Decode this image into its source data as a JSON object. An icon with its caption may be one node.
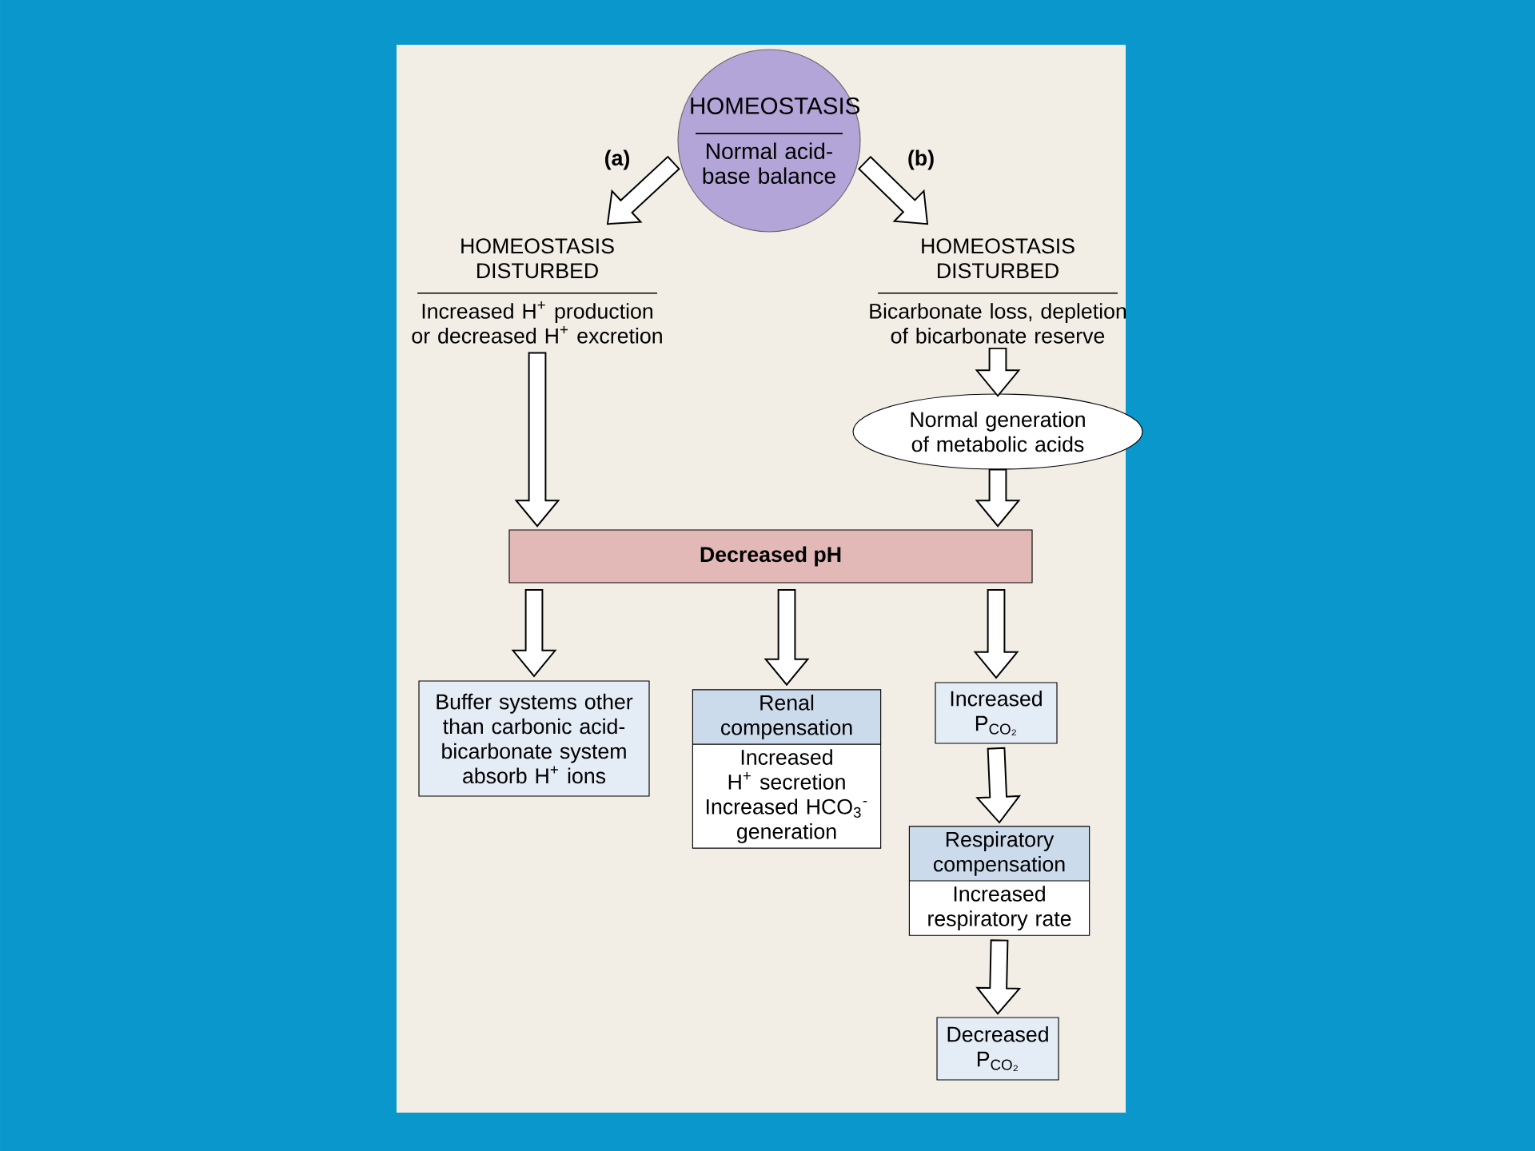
{
  "diagram": {
    "nodes": [
      {
        "text": [
          "HOMEOSTASIS",
          "Normal acid-base balance"
        ]
      },
      {
        "text": [
          "HOMEOSTASIS DISTURBED",
          "Increased H$^{+}$ production or decreased H$^{+}$ excretion"
        ]
      },
      {
        "text": [
          "HOMEOSTASIS DISTURBED",
          "Bicarbonate loss, depletion of bicarbonate reserve"
        ]
      },
      {
        "text": [
          "Normal generation of metabolic acids"
        ]
      },
      {
        "text": [
          "Decreased pH"
        ]
      },
      {
        "text": [
          "Buffer systems other than carbonic acid-bicarbonate system absorb H$^{+}$ ions"
        ]
      },
      {
        "text": [
          "Renal compensation",
          "Increased H$^{+}$ secretion Increased HCO$_{3}$$^{-}$ generation"
        ]
      },
      {
        "text": [
          "Increased P$_{CO₂}$"
        ]
      },
      {
        "text": [
          "Respiratory compensation",
          "Increased respiratory rate"
        ]
      },
      {
        "text": [
          "Decreased P$_{CO₂}$"
        ]
      }
    ],
    "edges": [
      {
        "from": 0,
        "to": 1,
        "arrow": "to",
        "label": "(a)"
      },
      {
        "from": 0,
        "to": 2,
        "arrow": "to",
        "label": "(b)"
      },
      {
        "from": 1,
        "to": 4,
        "arrow": "to"
      },
      {
        "from": 2,
        "to": 3,
        "arrow": "to"
      },
      {
        "from": 3,
        "to": 4,
        "arrow": "to"
      },
      {
        "from": 4,
        "to": 5,
        "arrow": "to"
      },
      {
        "from": 4,
        "to": 6,
        "arrow": "to"
      },
      {
        "from": 4,
        "to": 7,
        "arrow": "to"
      },
      {
        "from": 7,
        "to": 8,
        "arrow": "to"
      },
      {
        "from": 8,
        "to": 9,
        "arrow": "to"
      }
    ]
  }
}
